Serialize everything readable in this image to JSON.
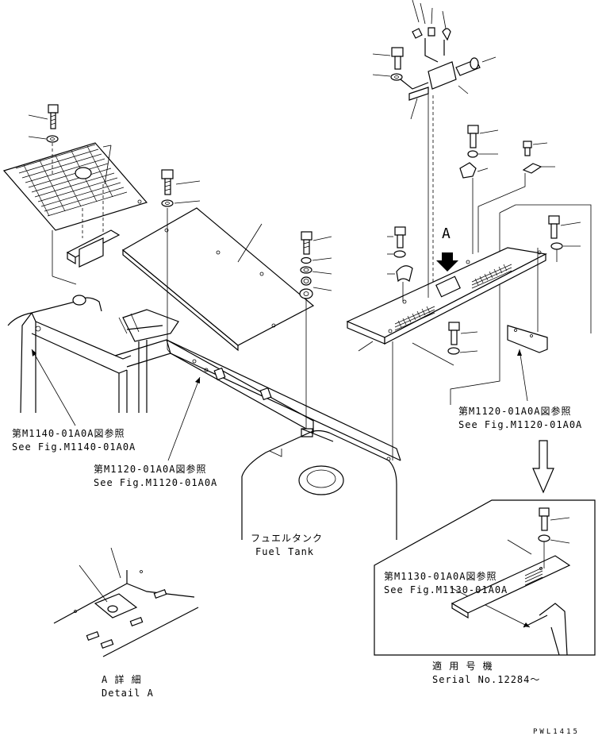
{
  "labels": {
    "ref_m1140_jp": "第M1140-01A0A図参照",
    "ref_m1140_en": "See Fig.M1140-01A0A",
    "ref_m1120_mid_jp": "第M1120-01A0A図参照",
    "ref_m1120_mid_en": "See Fig.M1120-01A0A",
    "ref_m1120_right_jp": "第M1120-01A0A図参照",
    "ref_m1120_right_en": "See Fig.M1120-01A0A",
    "ref_m1130_jp": "第M1130-01A0A図参照",
    "ref_m1130_en": "See Fig.M1130-01A0A",
    "fuel_tank_jp": "フュエルタンク",
    "fuel_tank_en": "Fuel Tank",
    "detail_a_jp": "A 詳 細",
    "detail_a_en": "Detail A",
    "serial_jp": "適 用 号 機",
    "serial_en": "Serial No.12284～",
    "view_a": "A",
    "drawing_code": "PWL1415"
  }
}
